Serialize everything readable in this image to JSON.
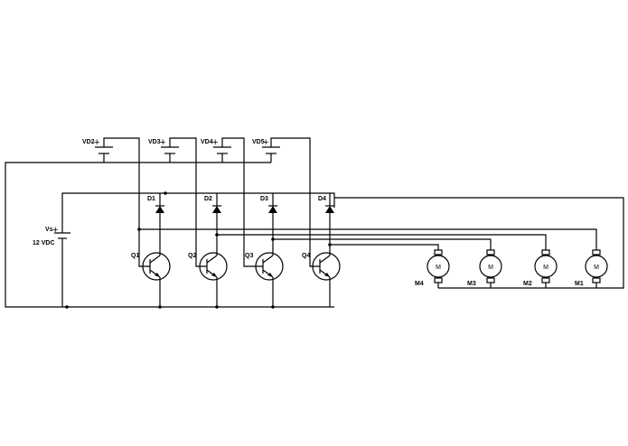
{
  "supply": {
    "label": "Vs",
    "value": "12 VDC",
    "plus": "+"
  },
  "gate_sources": [
    {
      "label": "VD2",
      "plus": "+"
    },
    {
      "label": "VD3",
      "plus": "+"
    },
    {
      "label": "VD4",
      "plus": "+"
    },
    {
      "label": "VD5",
      "plus": "+"
    }
  ],
  "diodes": [
    "D1",
    "D2",
    "D3",
    "D4"
  ],
  "transistors": [
    "Q1",
    "Q2",
    "Q3",
    "Q4"
  ],
  "motors": [
    {
      "label": "M4",
      "symbol": "M"
    },
    {
      "label": "M3",
      "symbol": "M"
    },
    {
      "label": "M2",
      "symbol": "M"
    },
    {
      "label": "M1",
      "symbol": "M"
    }
  ]
}
